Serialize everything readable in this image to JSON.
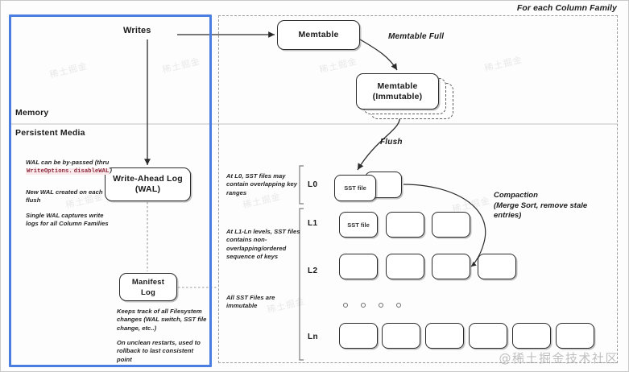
{
  "diagram": {
    "title_region_label": "For each Column Family",
    "regions": {
      "memory_label": "Memory",
      "persistent_label": "Persistent Media"
    },
    "flow": {
      "writes_label": "Writes",
      "memtable_full_label": "Memtable Full",
      "flush_label": "Flush",
      "compaction_label": "Compaction\n(Merge Sort, remove stale entries)",
      "compaction_line1": "Compaction",
      "compaction_line2": "(Merge Sort, remove stale",
      "compaction_line3": "entries)"
    },
    "boxes": {
      "memtable": "Memtable",
      "memtable_immutable_line1": "Memtable",
      "memtable_immutable_line2": "(Immutable)",
      "wal_line1": "Write-Ahead Log",
      "wal_line2": "(WAL)",
      "manifest_line1": "Manifest",
      "manifest_line2": "Log",
      "sst_file": "SST file"
    },
    "levels": {
      "l0": "L0",
      "l1": "L1",
      "l2": "L2",
      "ln": "Ln"
    },
    "notes": {
      "wal_bypass_pre": "WAL can be by-passed (thru ",
      "wal_bypass_code1": "WriteOptions.",
      "wal_bypass_code2": "disableWAL",
      "wal_bypass_post": ")",
      "wal_new": "New WAL created on each flush",
      "wal_single": "Single WAL captures write logs for all Column Families",
      "manifest_tracks": "Keeps track of all Filesystem changes (WAL switch, SST file change, etc..)",
      "manifest_rollback": "On unclean restarts, used to rollback to last consistent point",
      "l0_overlap": "At L0, SST files may contain overlapping key ranges",
      "l1n_ordered": "At L1-Ln levels, SST files contains non-overlapping/ordered sequence of keys",
      "sst_immutable": "All SST Files are immutable"
    },
    "watermark": "@稀土掘金技术社区",
    "colors": {
      "memory_border": "#4a7ee0",
      "box_border": "#2b2b2b",
      "code_text": "#8a2a3c"
    }
  }
}
